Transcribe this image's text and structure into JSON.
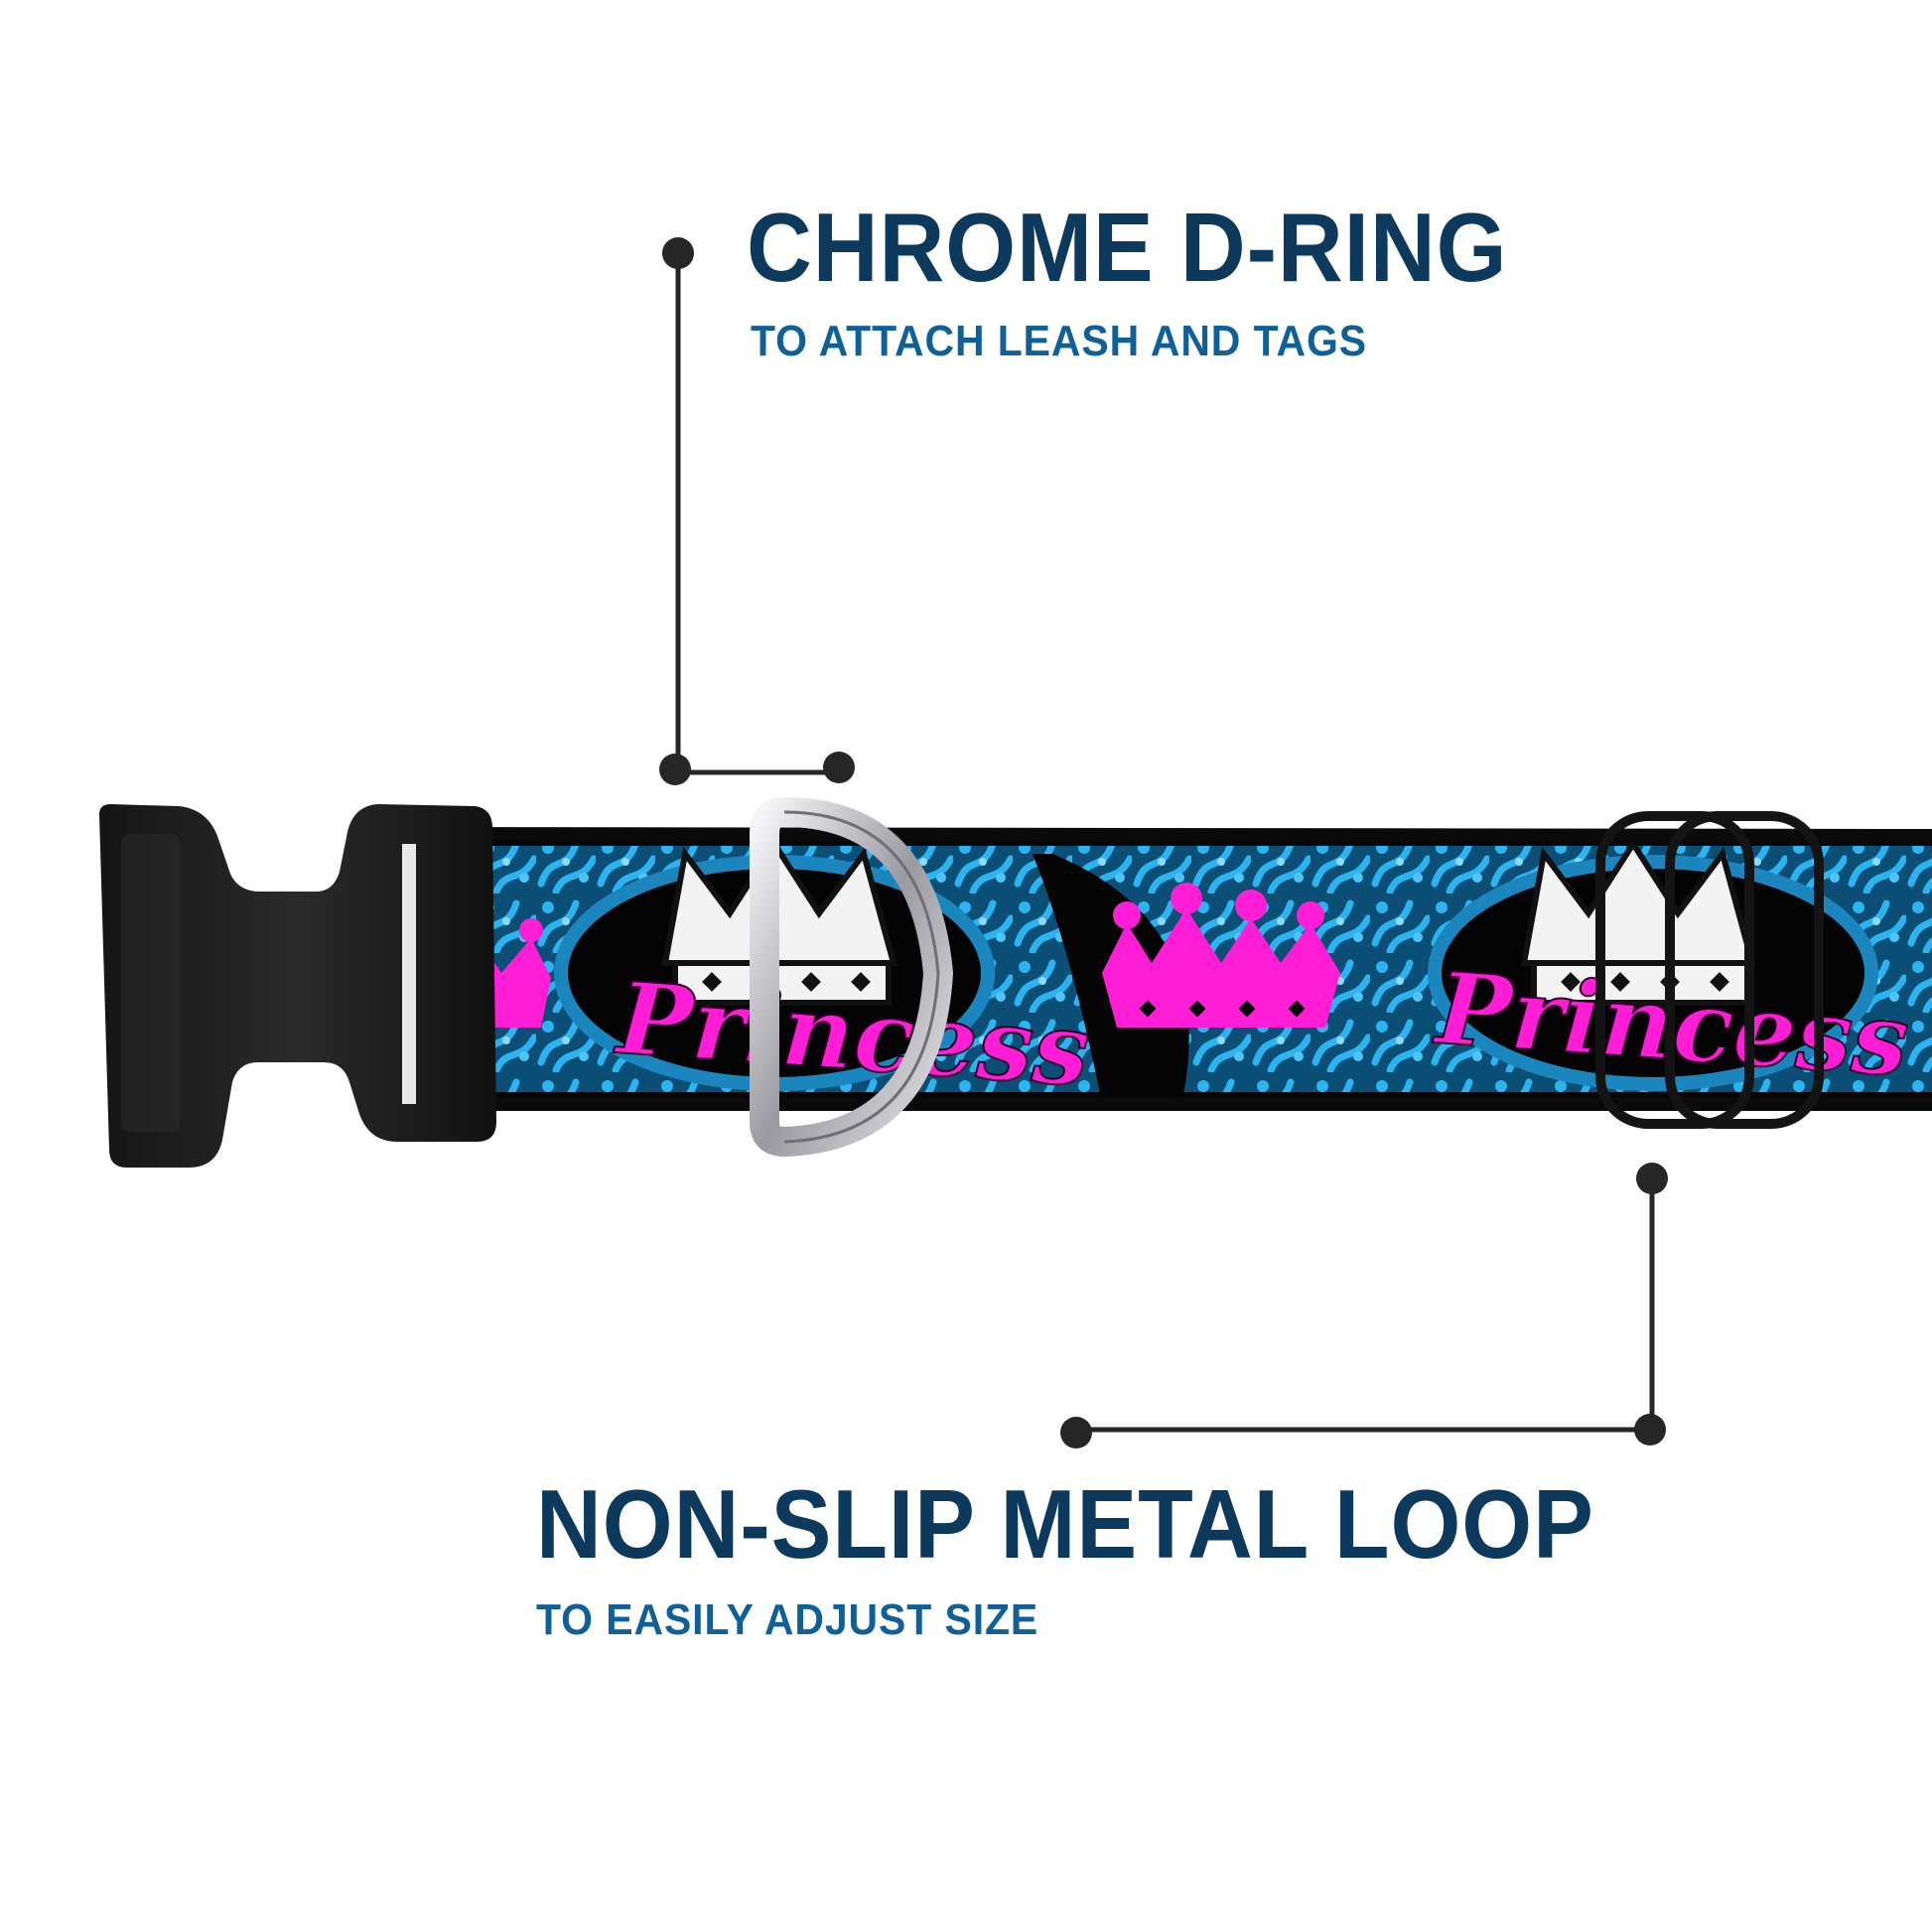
{
  "callouts": [
    {
      "title": "CHROME D-RING",
      "subtitle": "TO ATTACH LEASH AND TAGS"
    },
    {
      "title": "NON-SLIP METAL LOOP",
      "subtitle": "TO EASILY ADJUST SIZE"
    }
  ],
  "collar": {
    "pattern_text": "Princess",
    "colors": {
      "heading": "#0d3a5c",
      "subheading": "#0f5f98",
      "leader": "#262626",
      "webbing_base": "#050505",
      "filigree": "#1fa3e0",
      "crown_white": "#f3f3f3",
      "crown_pink": "#ff1ed6",
      "buckle": "#1d1d1d",
      "chrome": "#c9c9cc"
    }
  }
}
